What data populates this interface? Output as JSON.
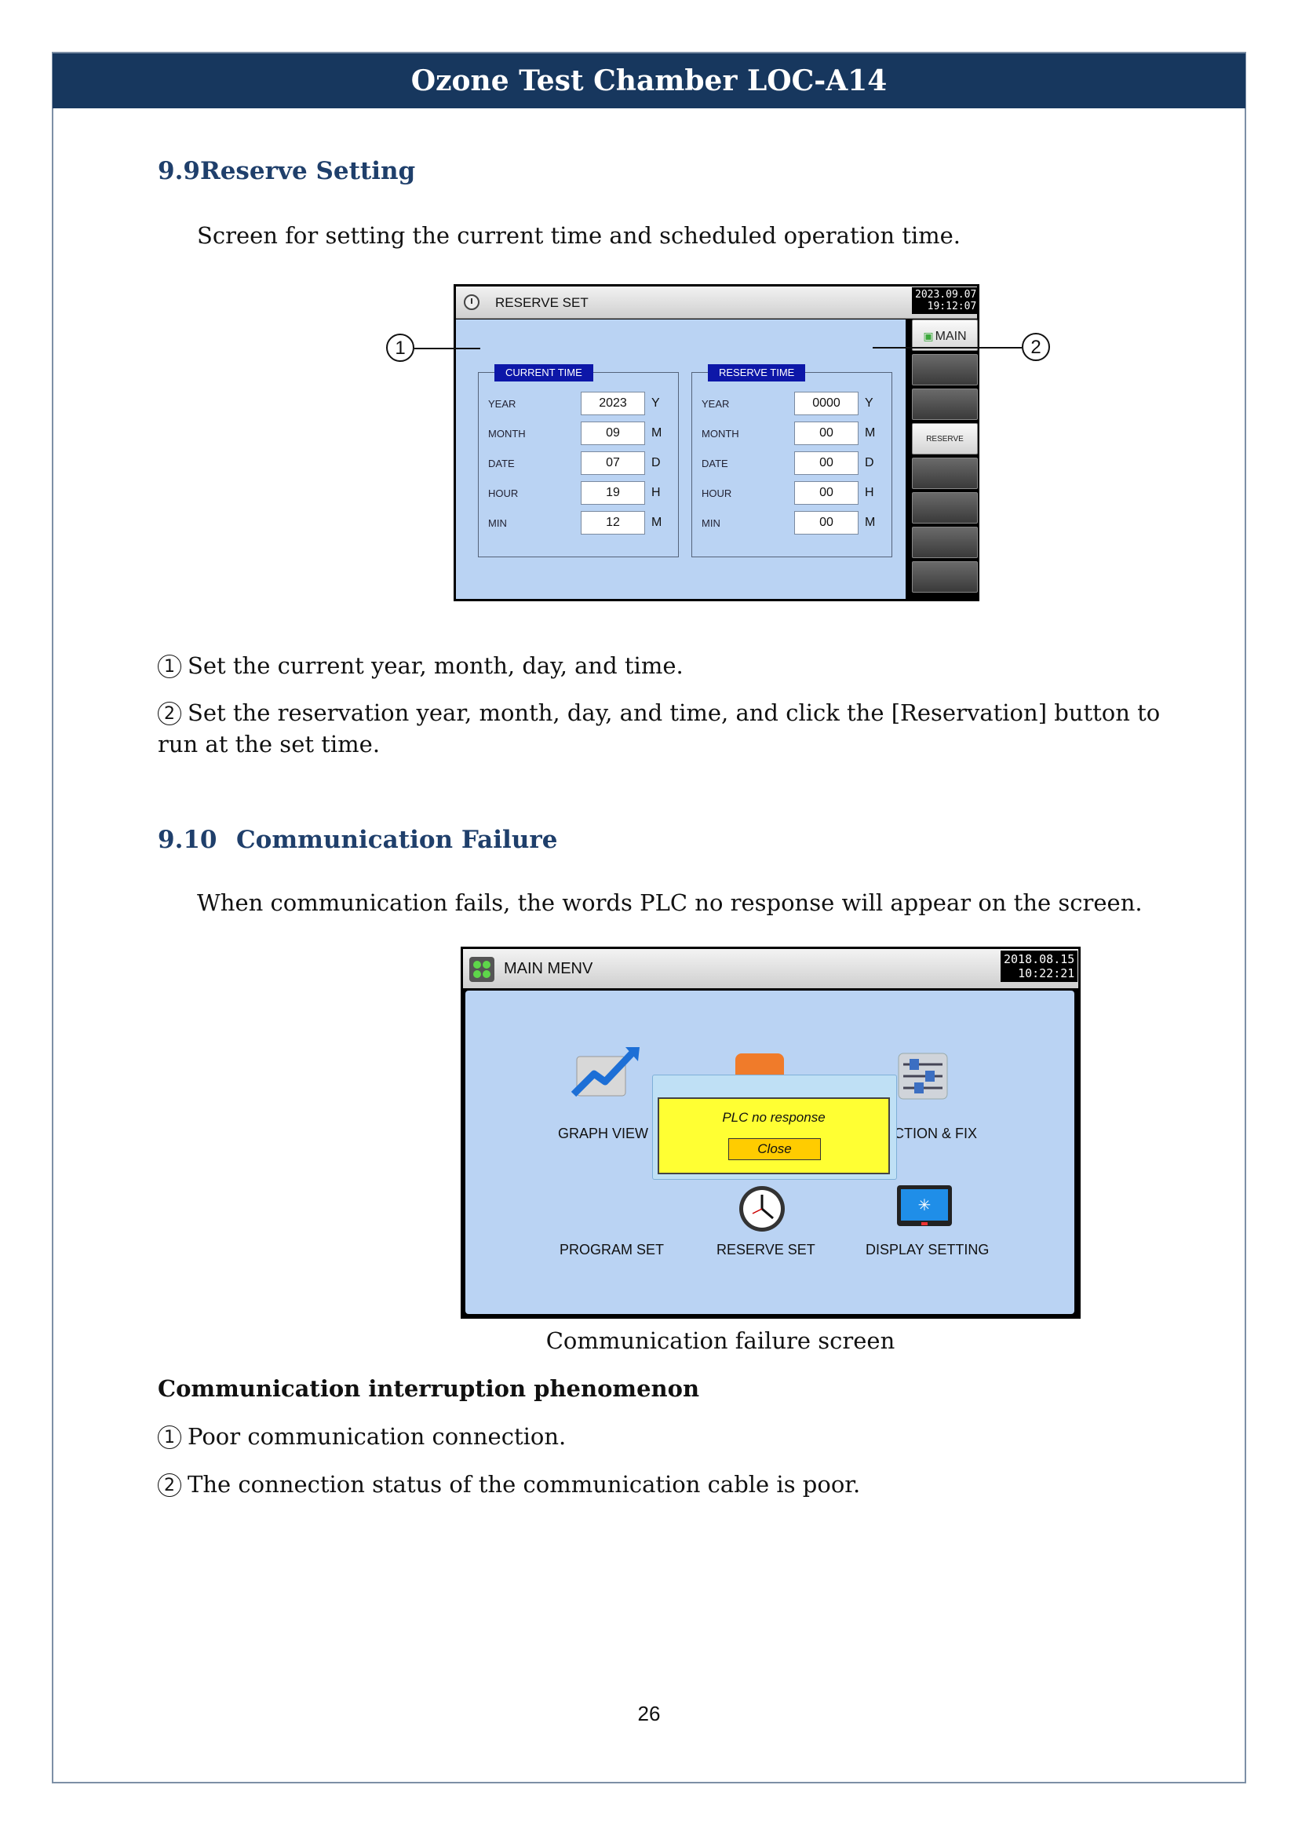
{
  "header": {
    "title": "Ozone Test Chamber LOC-A14"
  },
  "section_9_9": {
    "number": "9.9",
    "title": "Reserve Setting",
    "intro": "Screen for setting the current time and scheduled operation time.",
    "screen": {
      "title": "RESERVE SET",
      "datetime_date": "2023.09.07",
      "datetime_time": "19:12:07",
      "current_group": {
        "caption": "CURRENT TIME",
        "rows": [
          {
            "label": "YEAR",
            "value": "2023",
            "unit": "Y"
          },
          {
            "label": "MONTH",
            "value": "09",
            "unit": "M"
          },
          {
            "label": "DATE",
            "value": "07",
            "unit": "D"
          },
          {
            "label": "HOUR",
            "value": "19",
            "unit": "H"
          },
          {
            "label": "MIN",
            "value": "12",
            "unit": "M"
          }
        ]
      },
      "reserve_group": {
        "caption": "RESERVE TIME",
        "rows": [
          {
            "label": "YEAR",
            "value": "0000",
            "unit": "Y"
          },
          {
            "label": "MONTH",
            "value": "00",
            "unit": "M"
          },
          {
            "label": "DATE",
            "value": "00",
            "unit": "D"
          },
          {
            "label": "HOUR",
            "value": "00",
            "unit": "H"
          },
          {
            "label": "MIN",
            "value": "00",
            "unit": "M"
          }
        ]
      },
      "side": {
        "main_label": "MAIN",
        "reserve_label": "RESERVE"
      },
      "callout_1": "1",
      "callout_2": "2"
    },
    "items": [
      {
        "marker": "1",
        "text": "Set the current year, month, day, and time."
      },
      {
        "marker": "2",
        "text": "Set the reservation year, month, day, and time, and click the [Reservation] button to run at the set time."
      }
    ]
  },
  "section_9_10": {
    "number": "9.10",
    "title": "Communication Failure",
    "intro": "When communication fails, the words PLC no response will appear on the screen.",
    "screen": {
      "title": "MAIN MENV",
      "datetime_date": "2018.08.15",
      "datetime_time": "10:22:21",
      "menu": {
        "graph_view": "GRAPH VIEW",
        "correction_fix": "CTION & FIX",
        "program_set": "PROGRAM SET",
        "reserve_set": "RESERVE SET",
        "display_setting": "DISPLAY SETTING"
      },
      "popup": {
        "message": "PLC no response",
        "close_label": "Close"
      }
    },
    "caption": "Communication failure screen",
    "subheading": "Communication interruption phenomenon",
    "items": [
      {
        "marker": "1",
        "text": "Poor communication connection."
      },
      {
        "marker": "2",
        "text": "The connection status of the communication cable is poor."
      }
    ]
  },
  "footer": {
    "page_number": "26"
  },
  "colors": {
    "banner": "#17375e",
    "heading": "#1f3f6b",
    "hmi_panel": "#bad3f3",
    "caption_box": "#0d17a8",
    "popup": "#ffff33"
  }
}
